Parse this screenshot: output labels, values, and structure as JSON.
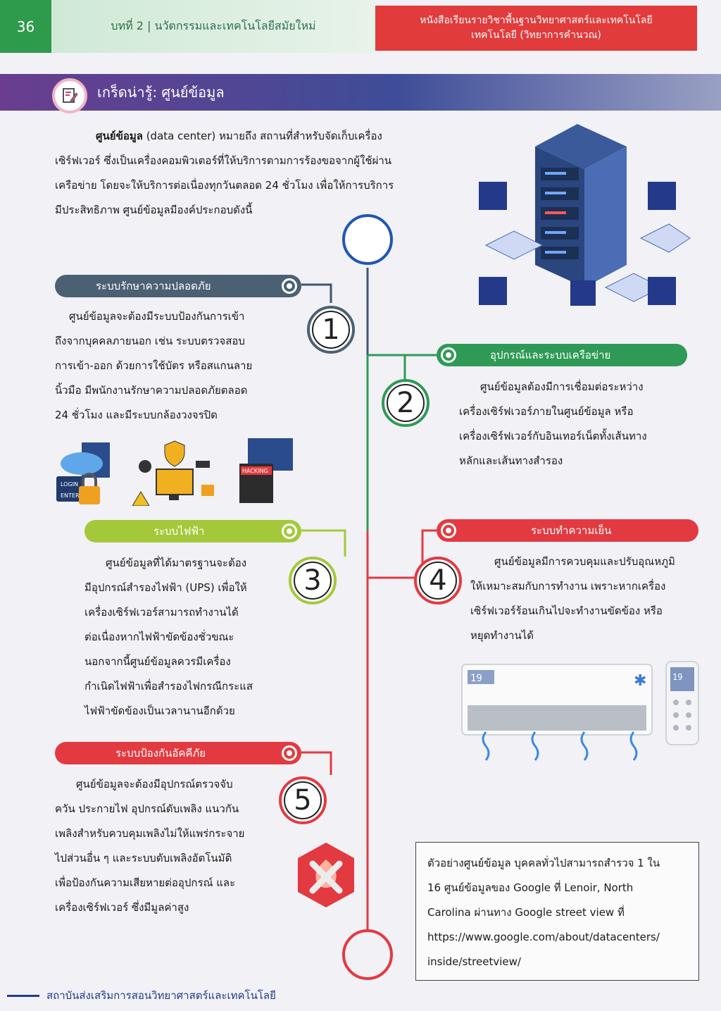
{
  "header": {
    "page_number": "36",
    "chapter": "บทที่ 2 | นวัตกรรมและเทคโนโลยีสมัยใหม่",
    "book_line1": "หนังสือเรียนรายวิชาพื้นฐานวิทยาศาสตร์และเทคโนโลยี",
    "book_line2": "เทคโนโลยี (วิทยาการคำนวณ)"
  },
  "section": {
    "title": "เกร็ดน่ารู้: ศูนย์ข้อมูล",
    "icon": "pencil-note-icon"
  },
  "intro": {
    "term": "ศูนย์ข้อมูล",
    "lines": [
      " (data center) หมายถึง สถานที่สำหรับจัดเก็บเครื่อง",
      "เซิร์ฟเวอร์ ซึ่งเป็นเครื่องคอมพิวเตอร์ที่ให้บริการตามการร้องขอจากผู้ใช้ผ่าน",
      "เครือข่าย โดยจะให้บริการต่อเนื่องทุกวันตลอด 24 ชั่วโมง เพื่อให้การบริการ",
      "มีประสิทธิภาพ ศูนย์ข้อมูลมีองค์ประกอบดังนี้"
    ]
  },
  "items": [
    {
      "number": "1",
      "title": "ระบบรักษาความปลอดภัย",
      "color": "#4b6173",
      "lines": [
        "ศูนย์ข้อมูลจะต้องมีระบบป้องกันการเข้า",
        "ถึงจากบุคคลภายนอก เช่น ระบบตรวจสอบ",
        "การเข้า-ออก ด้วยการใช้บัตร หรือสแกนลาย",
        "นิ้วมือ มีพนักงานรักษาความปลอดภัยตลอด",
        "24 ชั่วโมง และมีระบบกล้องวงจรปิด"
      ]
    },
    {
      "number": "2",
      "title": "อุปกรณ์และระบบเครือข่าย",
      "color": "#2f9a55",
      "lines": [
        "ศูนย์ข้อมูลต้องมีการเชื่อมต่อระหว่าง",
        "เครื่องเซิร์ฟเวอร์ภายในศูนย์ข้อมูล หรือ",
        "เครื่องเซิร์ฟเวอร์กับอินเทอร์เน็ตทั้งเส้นทาง",
        "หลักและเส้นทางสำรอง"
      ]
    },
    {
      "number": "3",
      "title": "ระบบไฟฟ้า",
      "color": "#a3c93a",
      "lines": [
        "ศูนย์ข้อมูลที่ได้มาตรฐานจะต้อง",
        "มีอุปกรณ์สำรองไฟฟ้า (UPS) เพื่อให้",
        "เครื่องเซิร์ฟเวอร์สามารถทำงานได้",
        "ต่อเนื่องหากไฟฟ้าขัดข้องชั่วขณะ",
        "นอกจากนี้ศูนย์ข้อมูลควรมีเครื่อง",
        "กำเนิดไฟฟ้าเพื่อสำรองไฟกรณีกระแส",
        "ไฟฟ้าขัดข้องเป็นเวลานานอีกด้วย"
      ]
    },
    {
      "number": "4",
      "title": "ระบบทำความเย็น",
      "color": "#e23a40",
      "lines": [
        "ศูนย์ข้อมูลมีการควบคุมและปรับอุณหภูมิ",
        "ให้เหมาะสมกับการทำงาน เพราะหากเครื่อง",
        "เซิร์ฟเวอร์ร้อนเกินไปจะทำงานขัดข้อง หรือ",
        "หยุดทำงานได้"
      ]
    },
    {
      "number": "5",
      "title": "ระบบป้องกันอัคคีภัย",
      "color": "#e23a40",
      "lines": [
        "ศูนย์ข้อมูลจะต้องมีอุปกรณ์ตรวจจับ",
        "ควัน ประกายไฟ อุปกรณ์ดับเพลิง แนวกัน",
        "เพลิงสำหรับควบคุมเพลิงไม่ให้แพร่กระจาย",
        "ไปส่วนอื่น ๆ และระบบดับเพลิงอัตโนมัติ",
        "เพื่อป้องกันความเสียหายต่ออุปกรณ์ และ",
        "เครื่องเซิร์ฟเวอร์ ซึ่งมีมูลค่าสูง"
      ]
    }
  ],
  "infobox": {
    "lines": [
      "ตัวอย่างศูนย์ข้อมูล บุคคลทั่วไปสามารถสำรวจ 1 ใน",
      "16 ศูนย์ข้อมูลของ Google ที่ Lenoir, North",
      "Carolina ผ่านทาง Google street view ที่",
      "https://www.google.com/about/datacenters/",
      "inside/streetview/"
    ]
  },
  "illustrations": {
    "server_badge": "HACKING",
    "ac_display": "19",
    "remote_display": "19",
    "login_label": "LOGIN",
    "enter_label": "ENTER"
  },
  "footer": {
    "text": "สถาบันส่งเสริมการสอนวิทยาศาสตร์และเทคโนโลยี"
  }
}
